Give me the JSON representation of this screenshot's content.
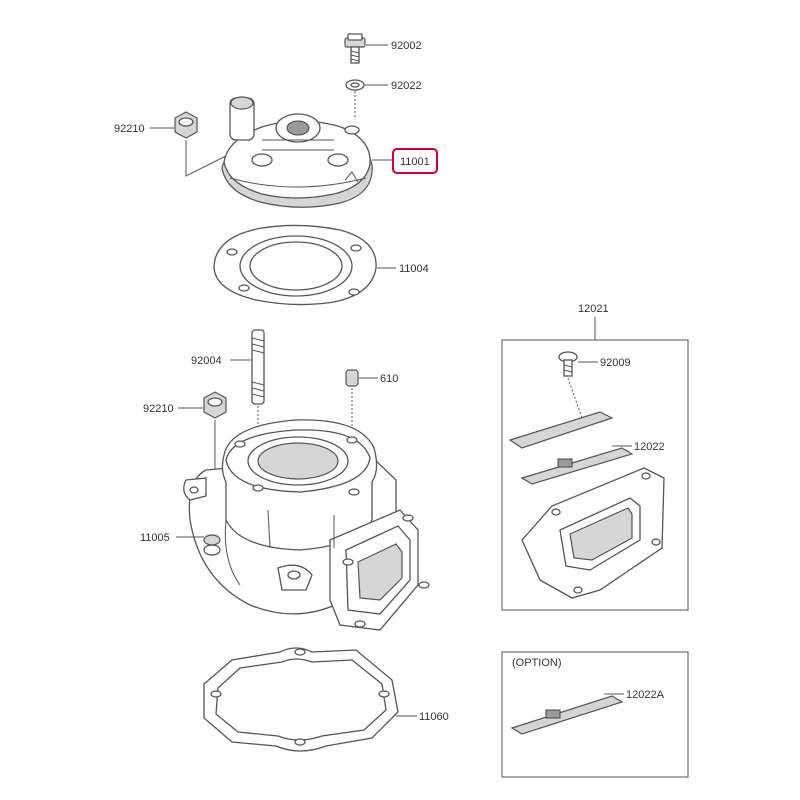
{
  "colors": {
    "highlight": "#d6002a",
    "line": "#555555",
    "text": "#333333"
  },
  "highlighted_part": "11001",
  "option_label": "(OPTION)",
  "parts": [
    {
      "id": "92002"
    },
    {
      "id": "92022"
    },
    {
      "id": "92210"
    },
    {
      "id": "11001"
    },
    {
      "id": "11004"
    },
    {
      "id": "92004"
    },
    {
      "id": "610"
    },
    {
      "id": "92210"
    },
    {
      "id": "11005"
    },
    {
      "id": "11060"
    },
    {
      "id": "12021"
    },
    {
      "id": "92009"
    },
    {
      "id": "12022"
    },
    {
      "id": "12022A"
    }
  ]
}
